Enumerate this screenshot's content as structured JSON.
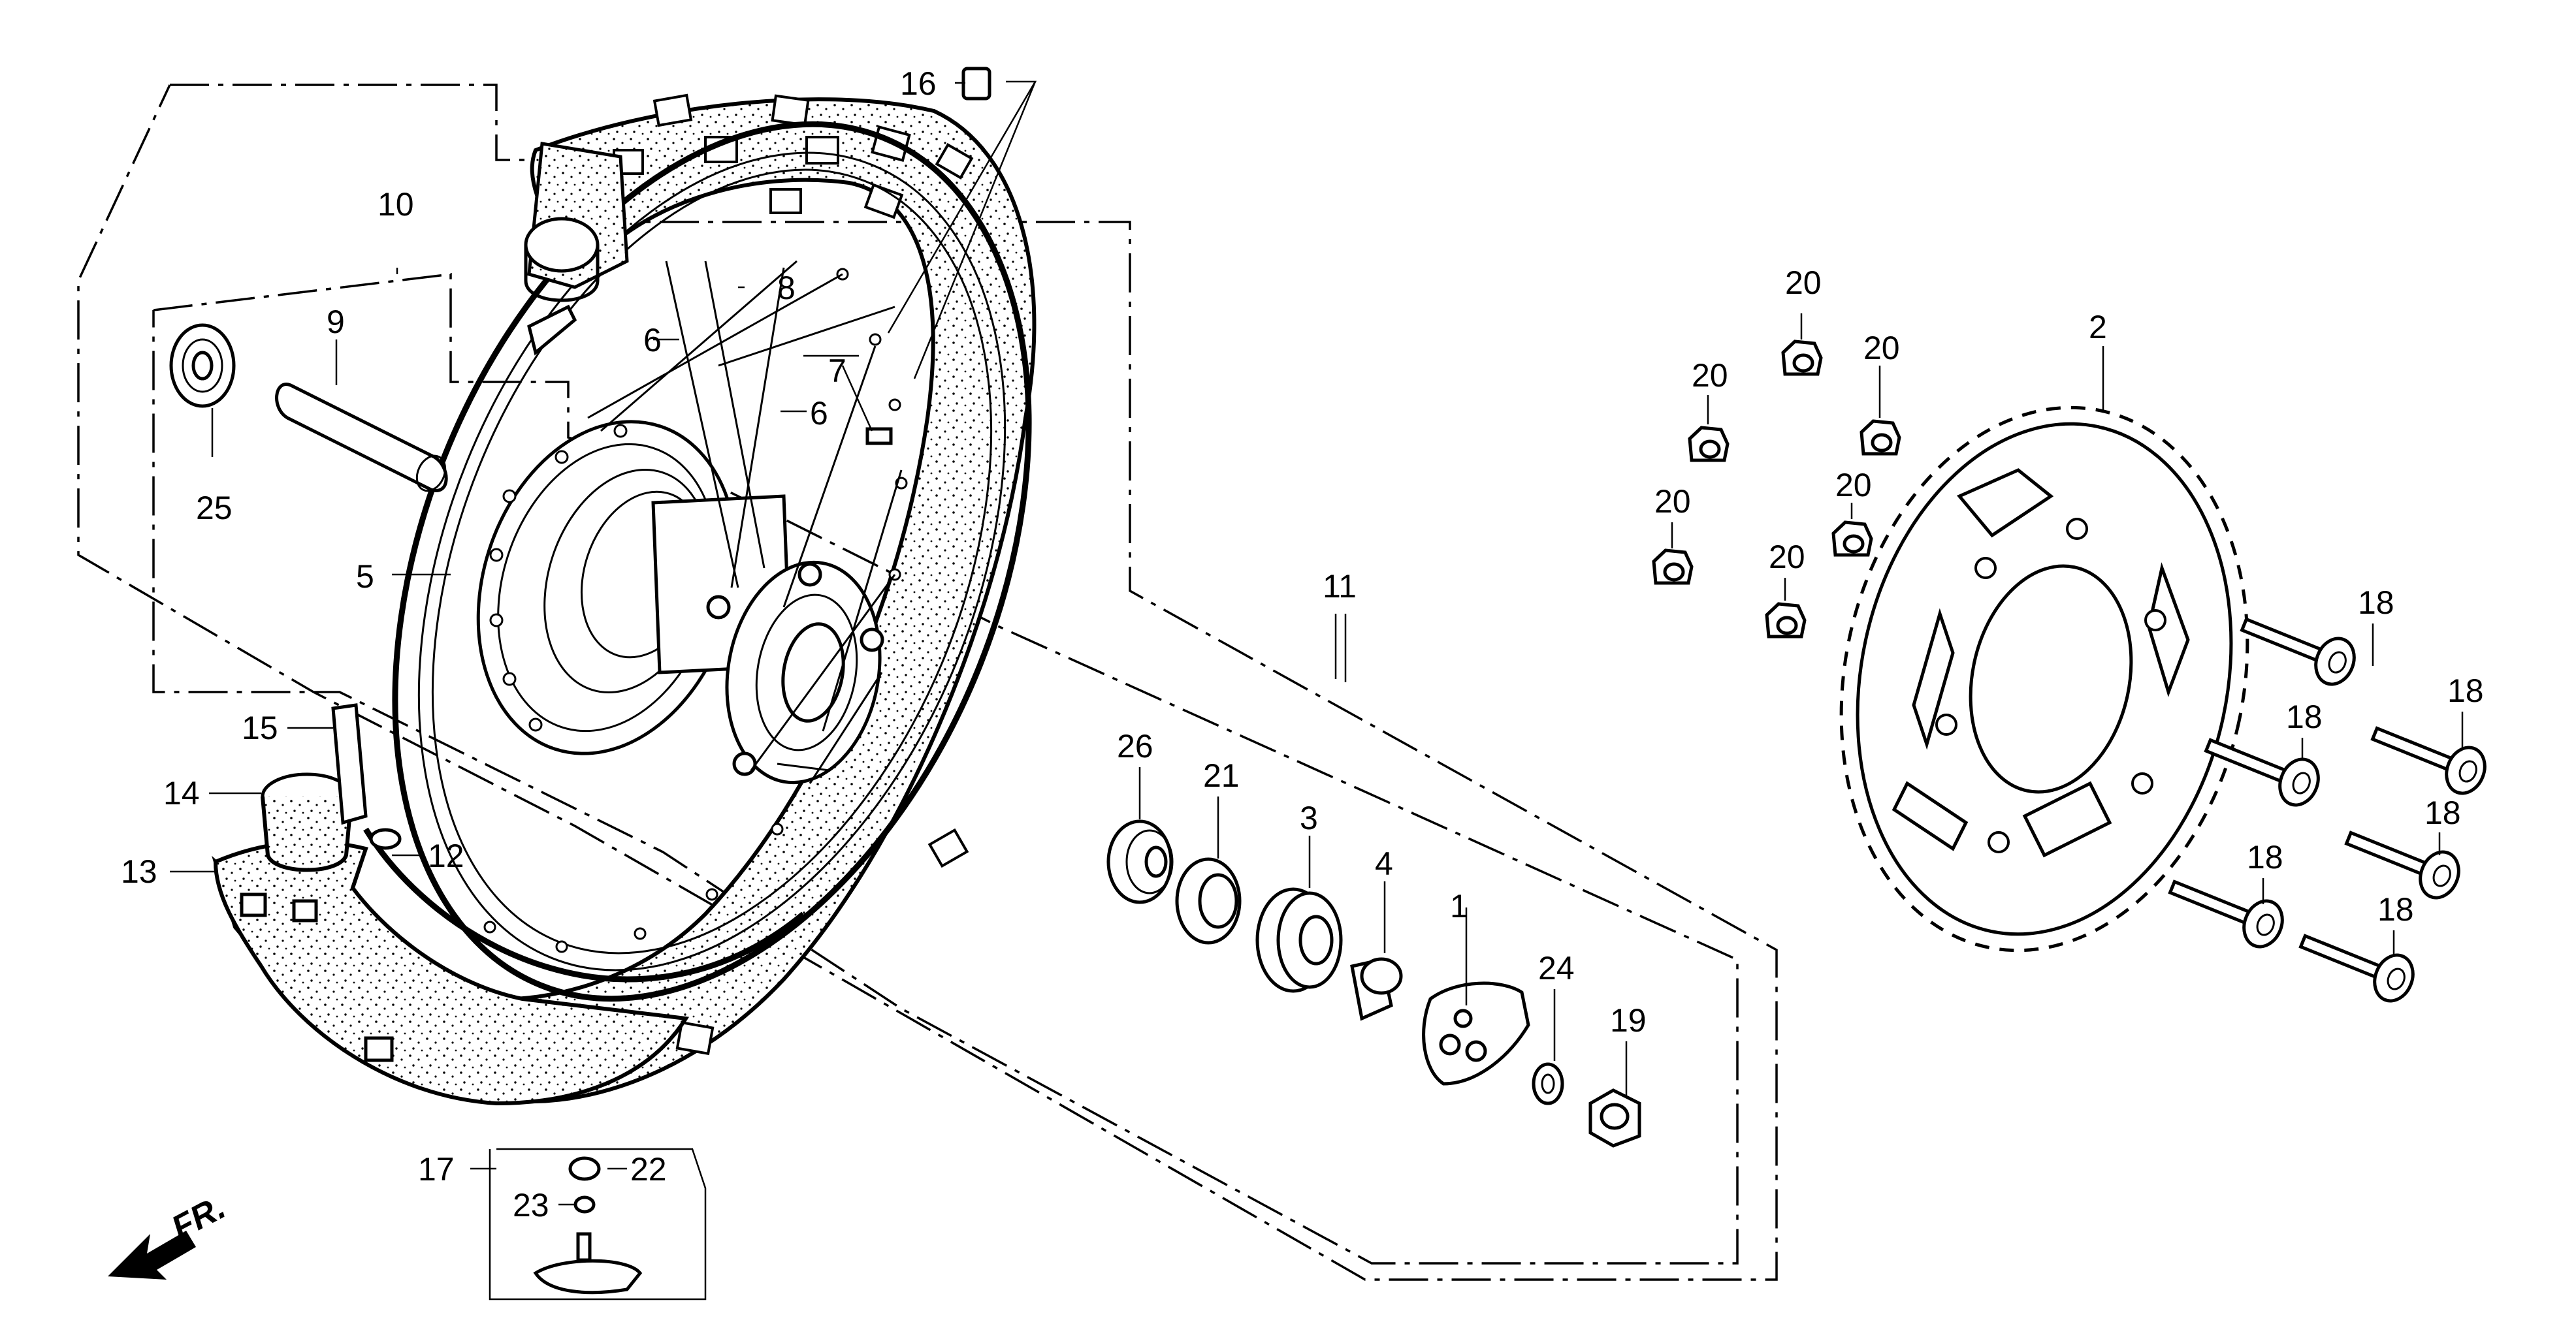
{
  "diagram": {
    "direction_label": "FR.",
    "callouts": {
      "c1": "1",
      "c2": "2",
      "c3": "3",
      "c4": "4",
      "c5": "5",
      "c6a": "6",
      "c6b": "6",
      "c7": "7",
      "c8": "8",
      "c9": "9",
      "c10": "10",
      "c11": "11",
      "c12": "12",
      "c13": "13",
      "c14": "14",
      "c15": "15",
      "c16": "16",
      "c17": "17",
      "c18a": "18",
      "c18b": "18",
      "c18c": "18",
      "c18d": "18",
      "c18e": "18",
      "c18f": "18",
      "c19": "19",
      "c20a": "20",
      "c20b": "20",
      "c20c": "20",
      "c20d": "20",
      "c20e": "20",
      "c20f": "20",
      "c21": "21",
      "c22": "22",
      "c23": "23",
      "c24": "24",
      "c25": "25",
      "c26": "26"
    }
  }
}
